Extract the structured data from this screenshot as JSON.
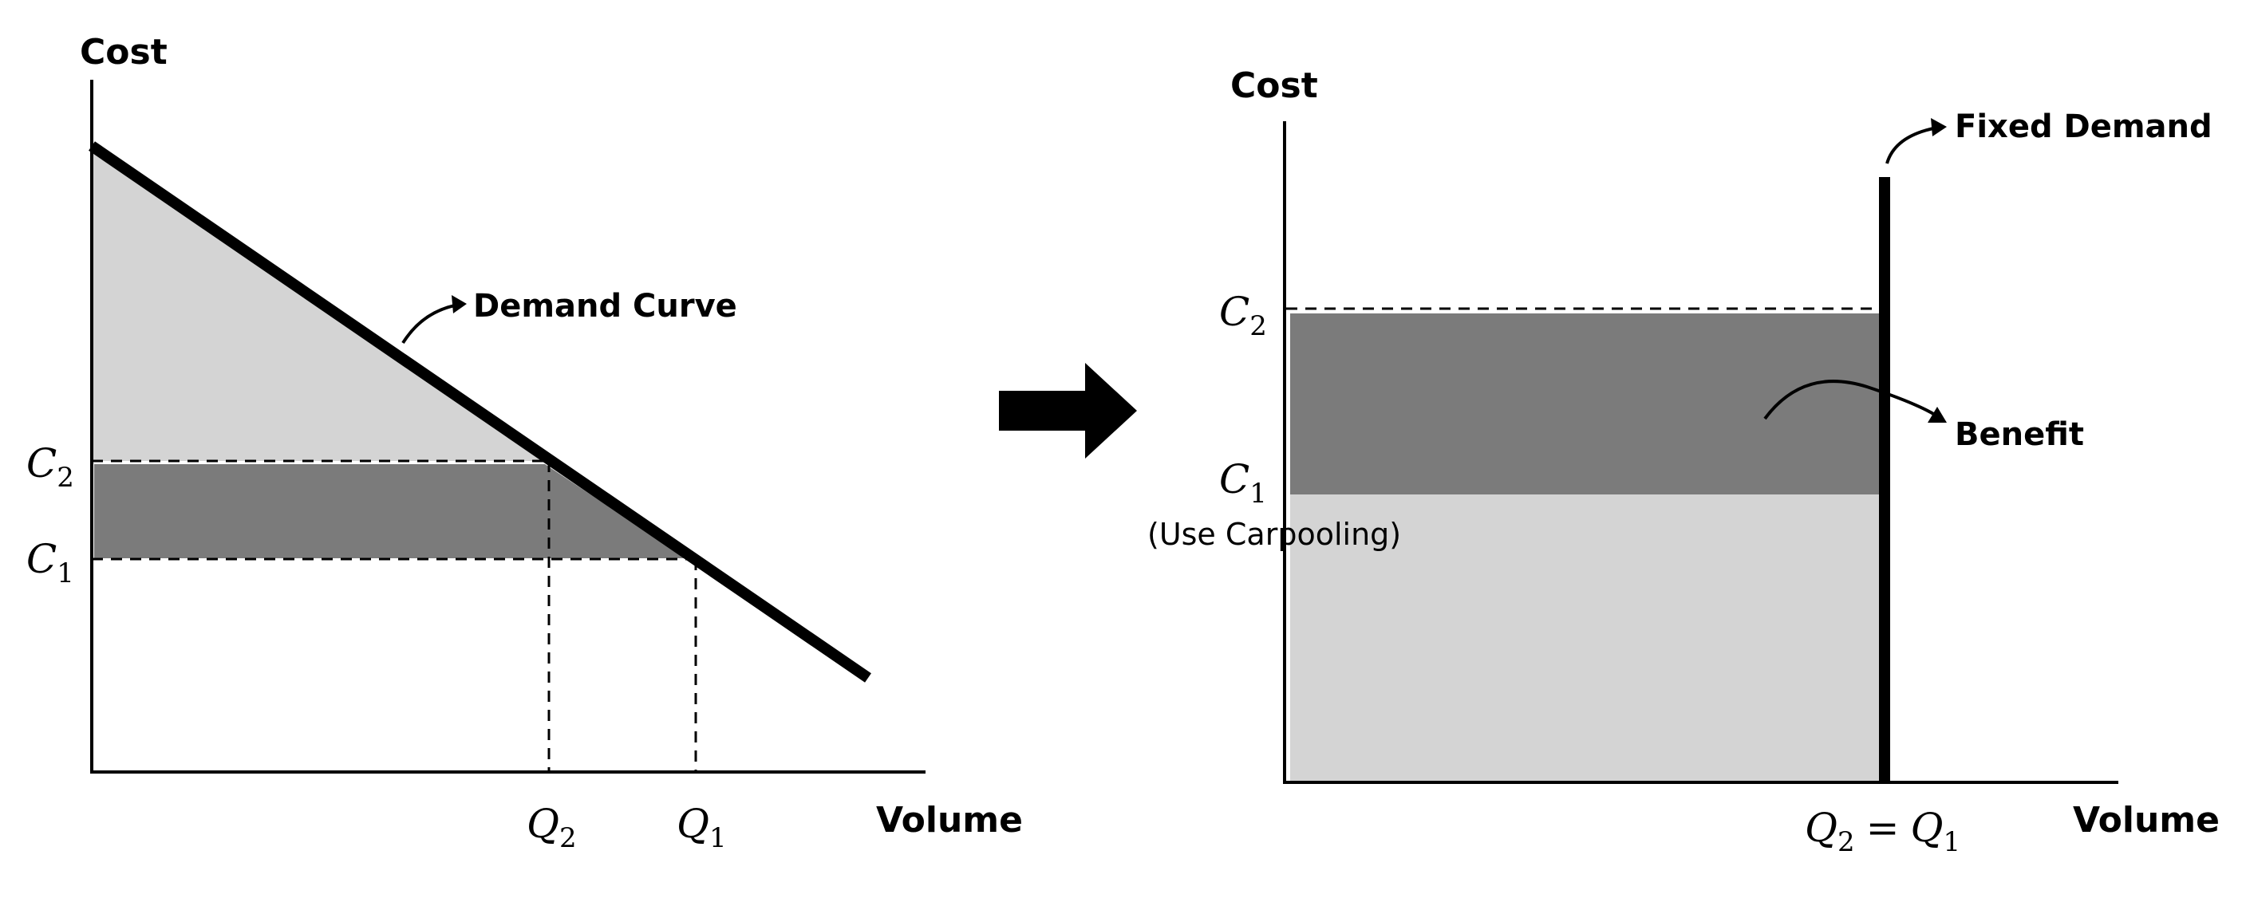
{
  "left_panel": {
    "y_axis_title": "Cost",
    "x_axis_title": "Volume",
    "curve_label": "Demand Curve",
    "c2": {
      "base": "C",
      "sub": "2"
    },
    "c1": {
      "base": "C",
      "sub": "1"
    },
    "q2": {
      "base": "Q",
      "sub": "2"
    },
    "q1": {
      "base": "Q",
      "sub": "1"
    }
  },
  "right_panel": {
    "y_axis_title": "Cost",
    "x_axis_title": "Volume",
    "fixed_demand_label": "Fixed Demand",
    "benefit_label": "Benefit",
    "c2": {
      "base": "C",
      "sub": "2"
    },
    "c1": {
      "base": "C",
      "sub": "1"
    },
    "c1_note": "(Use Carpooling)",
    "q_equal": {
      "q2_base": "Q",
      "q2_sub": "2",
      "equals": "=",
      "q1_base": "Q",
      "q1_sub": "1"
    }
  },
  "colors": {
    "light_fill": "#d4d4d4",
    "dark_fill": "#7b7b7b",
    "line": "#000000"
  }
}
